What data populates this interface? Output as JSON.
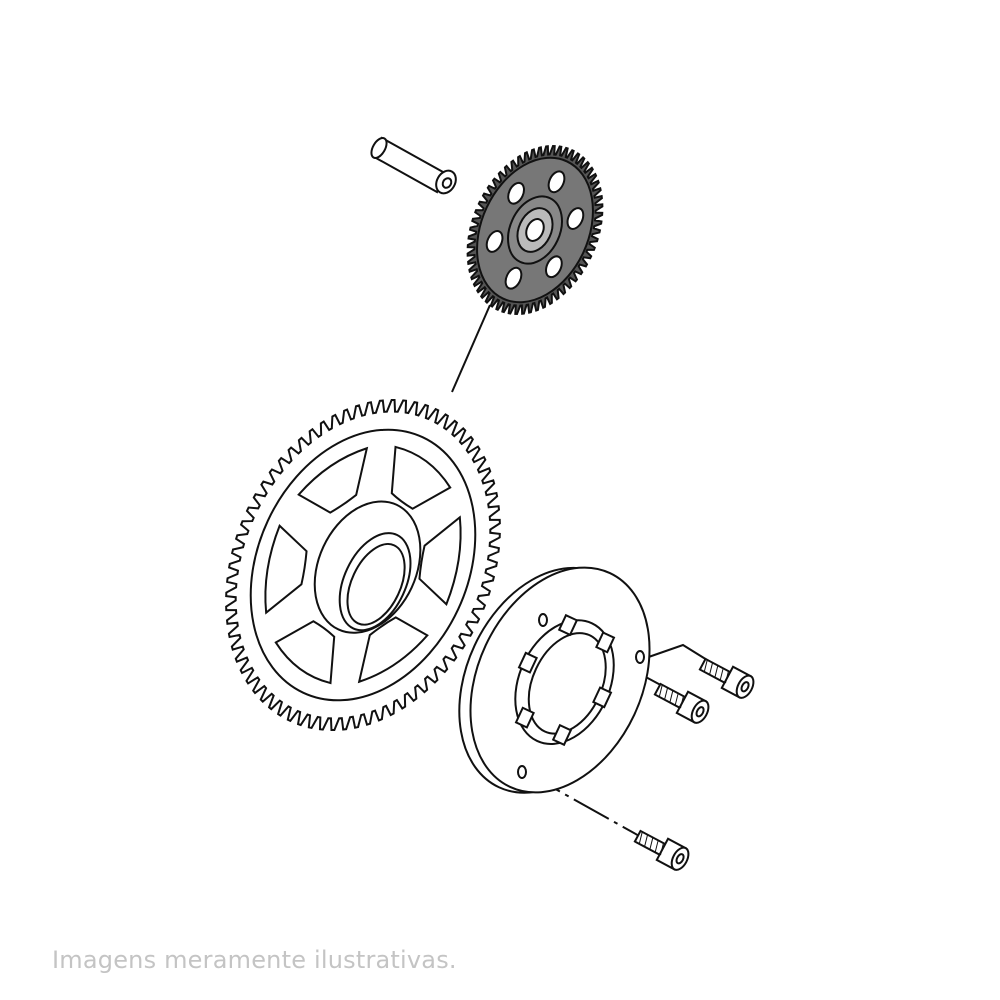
{
  "caption": "Imagens meramente ilustrativas.",
  "parts": [
    {
      "name": "pin-shaft"
    },
    {
      "name": "small-idler-gear",
      "color": "#444444"
    },
    {
      "name": "large-starter-gear"
    },
    {
      "name": "one-way-clutch"
    },
    {
      "name": "bolt",
      "count": 3
    }
  ],
  "colors": {
    "line": "#111111",
    "caption": "#c4c4c4",
    "background": "#ffffff"
  }
}
